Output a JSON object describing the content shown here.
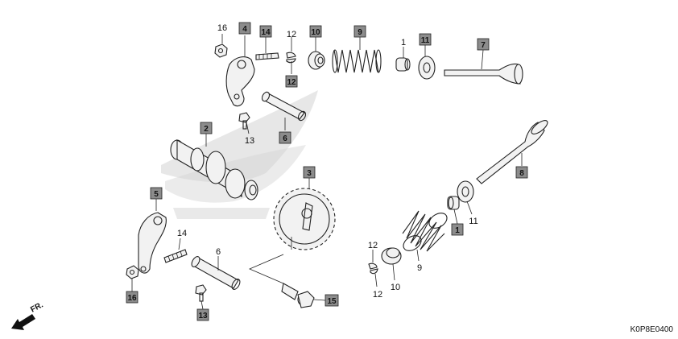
{
  "diagram": {
    "code": "K0P8E0400",
    "front_label": "FR.",
    "colors": {
      "box_fill": "#8c8c8c",
      "line": "#222222",
      "watermark": "#d0d0d0"
    },
    "callouts_boxed": [
      {
        "id": "c4",
        "label": "4"
      },
      {
        "id": "c14a",
        "label": "14"
      },
      {
        "id": "c10a",
        "label": "10"
      },
      {
        "id": "c9a",
        "label": "9"
      },
      {
        "id": "c11a",
        "label": "11"
      },
      {
        "id": "c7",
        "label": "7"
      },
      {
        "id": "c12a",
        "label": "12"
      },
      {
        "id": "c2",
        "label": "2"
      },
      {
        "id": "c6a",
        "label": "6"
      },
      {
        "id": "c3",
        "label": "3"
      },
      {
        "id": "c8",
        "label": "8"
      },
      {
        "id": "c5",
        "label": "5"
      },
      {
        "id": "c1b",
        "label": "1"
      },
      {
        "id": "c16b",
        "label": "16"
      },
      {
        "id": "c13b",
        "label": "13"
      },
      {
        "id": "c15",
        "label": "15"
      }
    ],
    "callouts_plain": [
      {
        "id": "p16a",
        "label": "16"
      },
      {
        "id": "p12a",
        "label": "12"
      },
      {
        "id": "p1a",
        "label": "1"
      },
      {
        "id": "p13a",
        "label": "13"
      },
      {
        "id": "p11b",
        "label": "11"
      },
      {
        "id": "p14b",
        "label": "14"
      },
      {
        "id": "p6b",
        "label": "6"
      },
      {
        "id": "p12b",
        "label": "12"
      },
      {
        "id": "p12c",
        "label": "12"
      },
      {
        "id": "p10b",
        "label": "10"
      },
      {
        "id": "p9b",
        "label": "9"
      }
    ]
  }
}
